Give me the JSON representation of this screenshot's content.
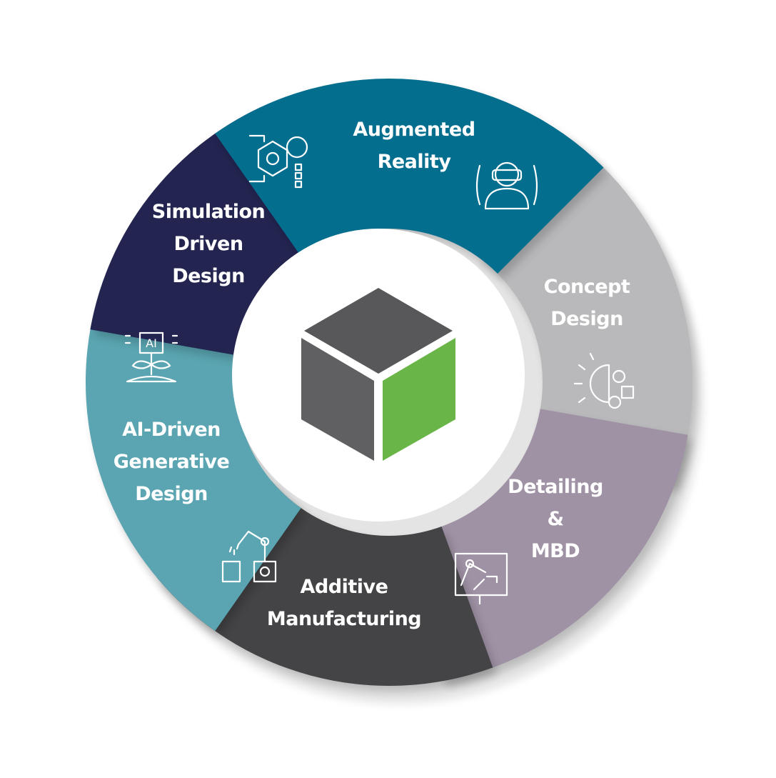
{
  "segments": [
    {
      "key": "augmented-reality",
      "lines": [
        "Augmented",
        "Reality"
      ],
      "color": "#046e8f",
      "text_color": "#ffffff",
      "icon": "vr-headset-icon"
    },
    {
      "key": "concept-design",
      "lines": [
        "Concept",
        "Design"
      ],
      "color": "#b9b9bb",
      "text_color": "#ffffff",
      "icon": "lightbulb-gears-icon"
    },
    {
      "key": "detailing-mbd",
      "lines": [
        "Detailing",
        "&",
        "MBD"
      ],
      "color": "#9f92a5",
      "text_color": "#ffffff",
      "icon": "robotic-arm-blueprint-icon"
    },
    {
      "key": "additive-manufacturing",
      "lines": [
        "Additive",
        "Manufacturing"
      ],
      "color": "#444446",
      "text_color": "#ffffff",
      "icon": "robot-arm-printer-icon"
    },
    {
      "key": "ai-driven-generative-design",
      "lines": [
        "AI-Driven",
        "Generative",
        "Design"
      ],
      "color": "#5aa5b1",
      "text_color": "#ffffff",
      "icon": "ai-chip-plant-icon"
    },
    {
      "key": "simulation-driven-design",
      "lines": [
        "Simulation",
        "Driven",
        "Design"
      ],
      "color": "#232450",
      "text_color": "#ffffff",
      "icon": "hexagon-circuit-icon"
    }
  ],
  "center": {
    "icon": "cube-logo-icon",
    "top_color": "#58585a",
    "left_color": "#606062",
    "right_color": "#6ab547"
  }
}
